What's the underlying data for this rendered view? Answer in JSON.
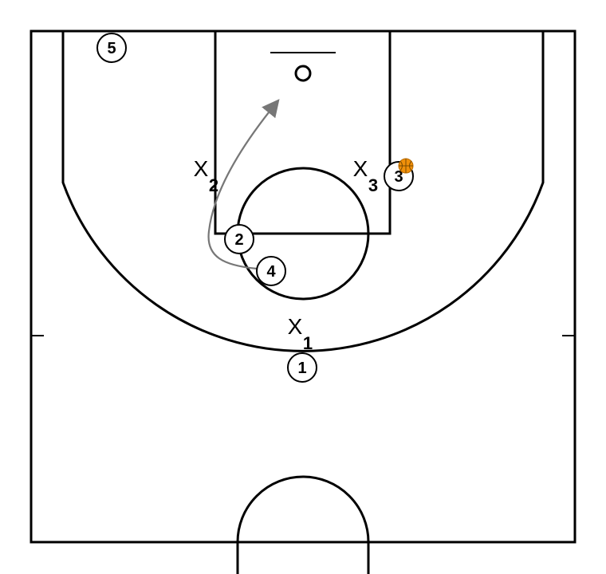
{
  "court": {
    "line_color": "#000000",
    "background": "#ffffff"
  },
  "offense": [
    {
      "id": "p1",
      "label": "1"
    },
    {
      "id": "p2",
      "label": "2"
    },
    {
      "id": "p3",
      "label": "3"
    },
    {
      "id": "p4",
      "label": "4"
    },
    {
      "id": "p5",
      "label": "5"
    }
  ],
  "defense": [
    {
      "id": "x1",
      "letter": "X",
      "sub": "1"
    },
    {
      "id": "x2",
      "letter": "X",
      "sub": "2"
    },
    {
      "id": "x3",
      "letter": "X",
      "sub": "3"
    }
  ],
  "ball": {
    "holder": "3",
    "color": "#f0900a",
    "icon": "basketball-icon"
  },
  "movement": [
    {
      "player": "4",
      "type": "cut",
      "color": "#777777",
      "icon": "cut-arrow"
    }
  ]
}
